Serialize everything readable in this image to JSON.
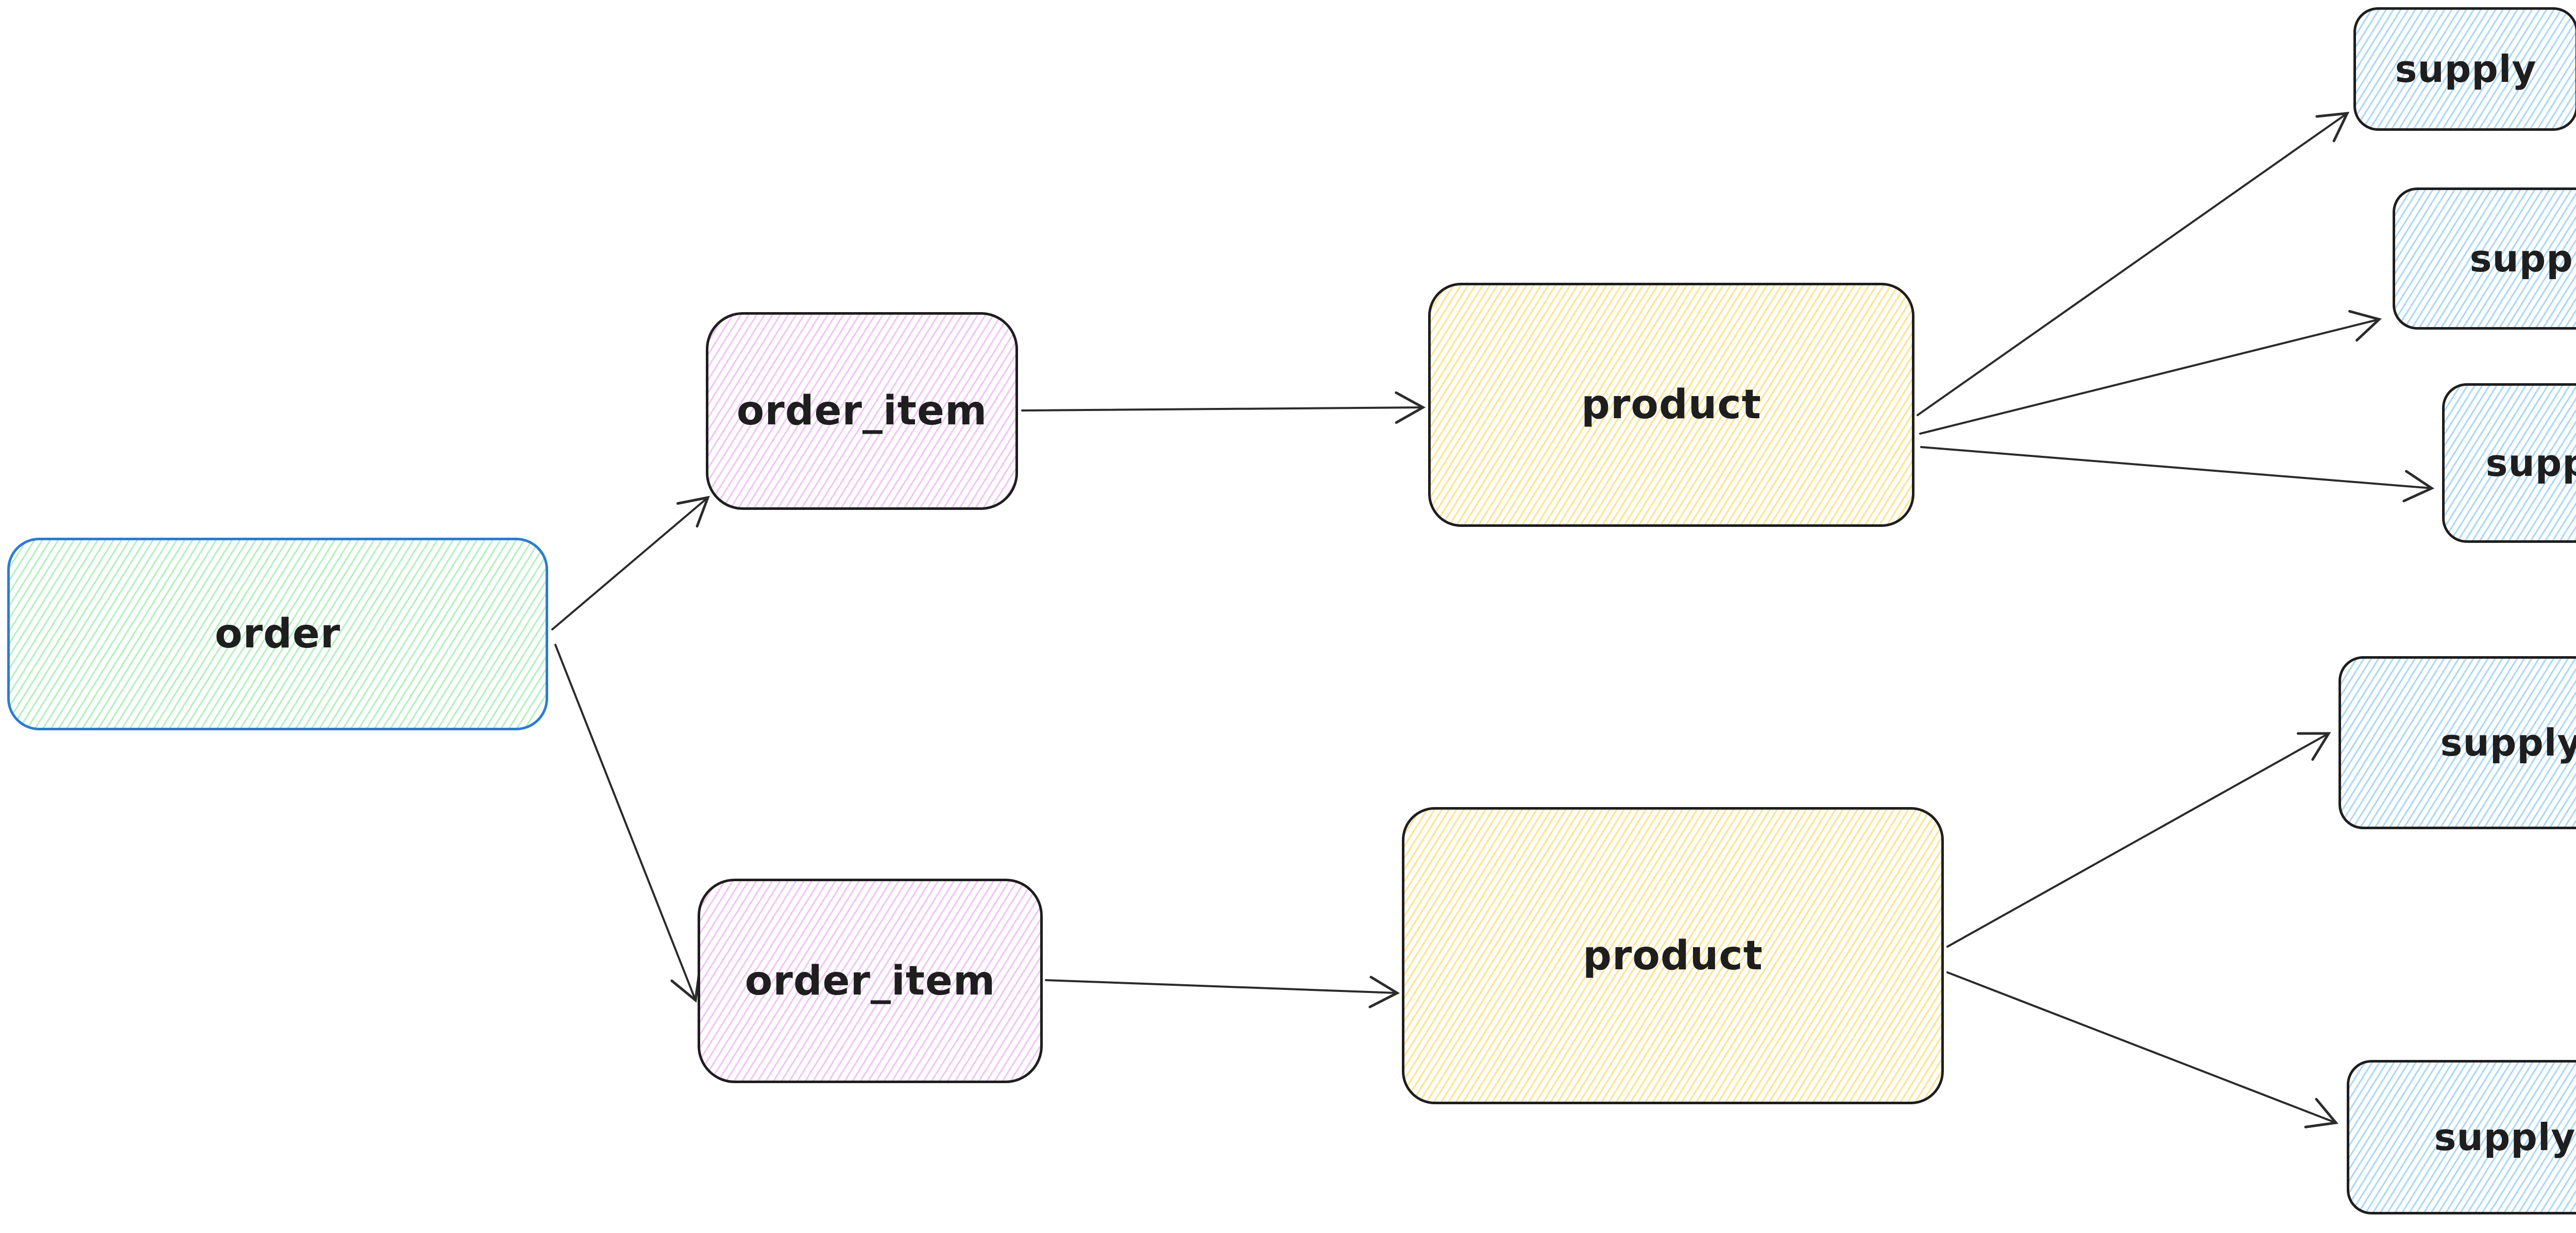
{
  "diagram": {
    "background_color": "#ffffff",
    "stroke_color": "#1e1e1e",
    "arrow_color": "#2b2b2b",
    "accent_border_color": "#2b7cd3",
    "fill_colors": {
      "green": "#b2f0bd",
      "violet": "#f2c3f7",
      "yellow": "#ffe386",
      "blue": "#a8d7fa"
    },
    "nodes": [
      {
        "id": "order",
        "label": "order",
        "fill": "green",
        "border": "#2b7cd3"
      },
      {
        "id": "order_item_1",
        "label": "order_item",
        "fill": "violet",
        "border": "#1e1e1e"
      },
      {
        "id": "order_item_2",
        "label": "order_item",
        "fill": "violet",
        "border": "#1e1e1e"
      },
      {
        "id": "product_1",
        "label": "product",
        "fill": "yellow",
        "border": "#1e1e1e"
      },
      {
        "id": "product_2",
        "label": "product",
        "fill": "yellow",
        "border": "#1e1e1e"
      },
      {
        "id": "supply_1",
        "label": "supply",
        "fill": "blue",
        "border": "#1e1e1e"
      },
      {
        "id": "supply_2",
        "label": "supply",
        "fill": "blue",
        "border": "#1e1e1e"
      },
      {
        "id": "supply_3",
        "label": "supply",
        "fill": "blue",
        "border": "#1e1e1e"
      },
      {
        "id": "supply_4",
        "label": "supply",
        "fill": "blue",
        "border": "#1e1e1e"
      },
      {
        "id": "supply_5",
        "label": "supply",
        "fill": "blue",
        "border": "#1e1e1e"
      }
    ],
    "edges": [
      {
        "from": "order",
        "to": "order_item_1"
      },
      {
        "from": "order",
        "to": "order_item_2"
      },
      {
        "from": "order_item_1",
        "to": "product_1"
      },
      {
        "from": "order_item_2",
        "to": "product_2"
      },
      {
        "from": "product_1",
        "to": "supply_1"
      },
      {
        "from": "product_1",
        "to": "supply_2"
      },
      {
        "from": "product_1",
        "to": "supply_3"
      },
      {
        "from": "product_2",
        "to": "supply_4"
      },
      {
        "from": "product_2",
        "to": "supply_5"
      }
    ]
  }
}
